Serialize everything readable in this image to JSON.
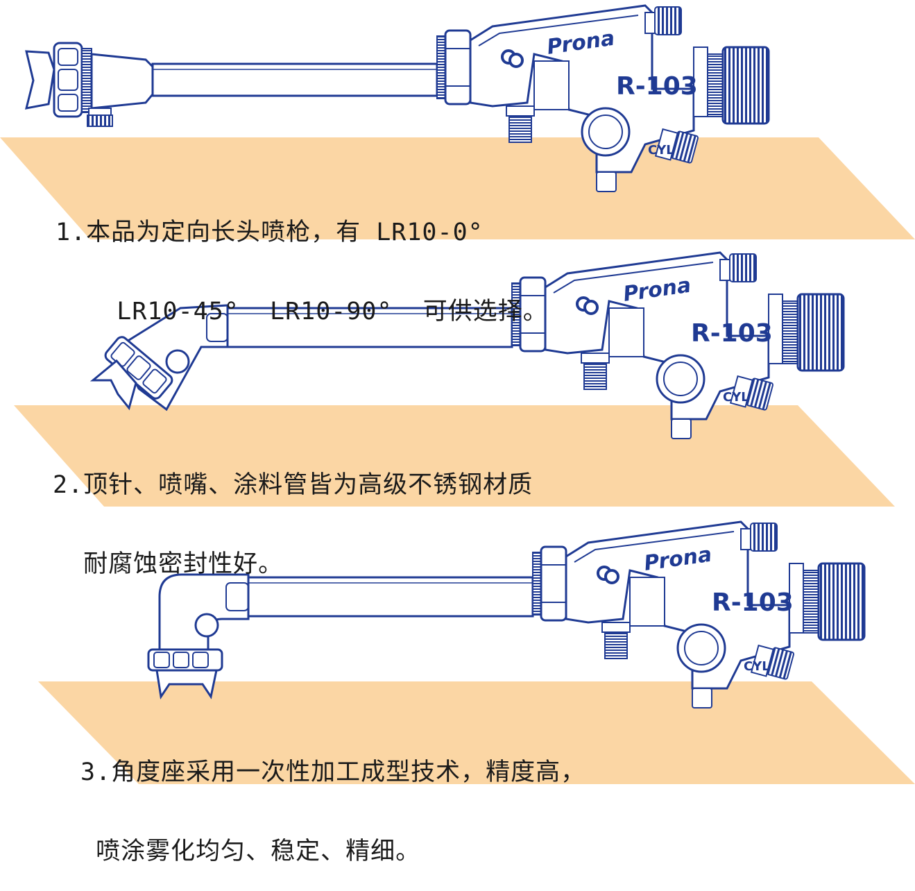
{
  "colors": {
    "band": "#fbd6a4",
    "outline": "#1f3a93",
    "knurl": "#1f3a93",
    "text": "#1a1a1a"
  },
  "guns": [
    {
      "brand": "Prona",
      "model": "R-103",
      "port_label": "CYL",
      "head": "straight",
      "caption_line1": "1.本品为定向长头喷枪，有 LR10-0°",
      "caption_line2": "    LR10-45°  LR10-90°  可供选择。"
    },
    {
      "brand": "Prona",
      "model": "R-103",
      "port_label": "CYL",
      "head": "45-degree",
      "caption_line1": "2.顶针、喷嘴、涂料管皆为高级不锈钢材质",
      "caption_line2": "  耐腐蚀密封性好。"
    },
    {
      "brand": "Prona",
      "model": "R-103",
      "port_label": "CYL",
      "head": "90-degree",
      "caption_line1": "3.角度座采用一次性加工成型技术，精度高，",
      "caption_line2": " 喷涂雾化均匀、稳定、精细。"
    }
  ]
}
